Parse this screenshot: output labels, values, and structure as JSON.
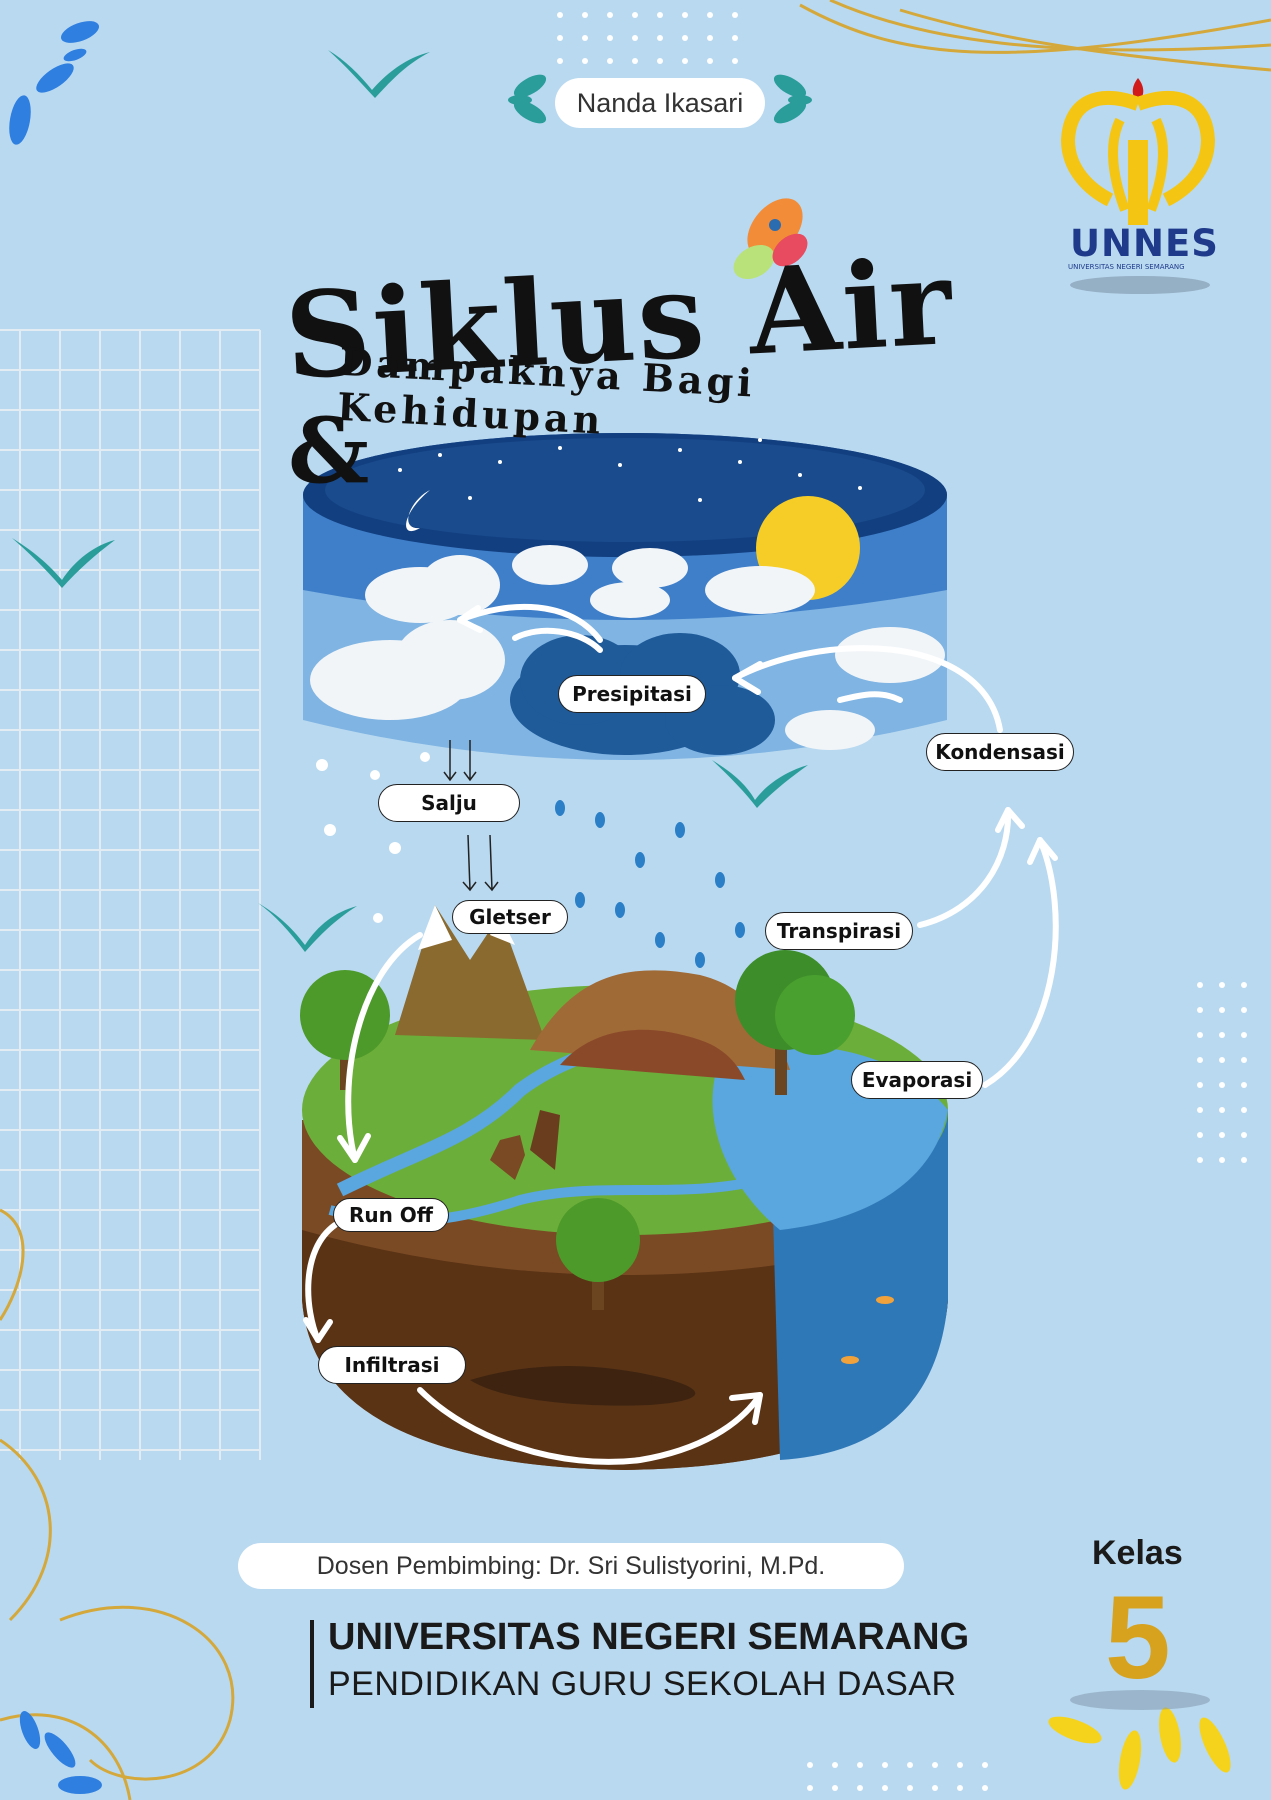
{
  "cover": {
    "author": "Nanda Ikasari",
    "title": "Siklus Air",
    "ampersand": "&",
    "subtitle": "Dampaknya Bagi Kehidupan",
    "logo": {
      "name": "UNNES",
      "subtitle": "UNIVERSITAS NEGERI SEMARANG"
    },
    "advisor": "Dosen Pembimbing: Dr. Sri Sulistyorini, M.Pd.",
    "university": "UNIVERSITAS NEGERI SEMARANG",
    "program": "PENDIDIKAN GURU SEKOLAH DASAR",
    "class_label": "Kelas",
    "class_number": "5"
  },
  "diagram": {
    "labels": {
      "presipitasi": "Presipitasi",
      "kondensasi": "Kondensasi",
      "salju": "Salju",
      "gletser": "Gletser",
      "transpirasi": "Transpirasi",
      "evaporasi": "Evaporasi",
      "run_off": "Run Off",
      "infiltrasi": "Infiltrasi"
    }
  },
  "colors": {
    "background": "#b9d9f0",
    "accent_gold": "#d7a21e",
    "logo_blue": "#1f3a8a",
    "bird_teal": "#2a9d9b",
    "sky_night": "#1d4e8f"
  }
}
